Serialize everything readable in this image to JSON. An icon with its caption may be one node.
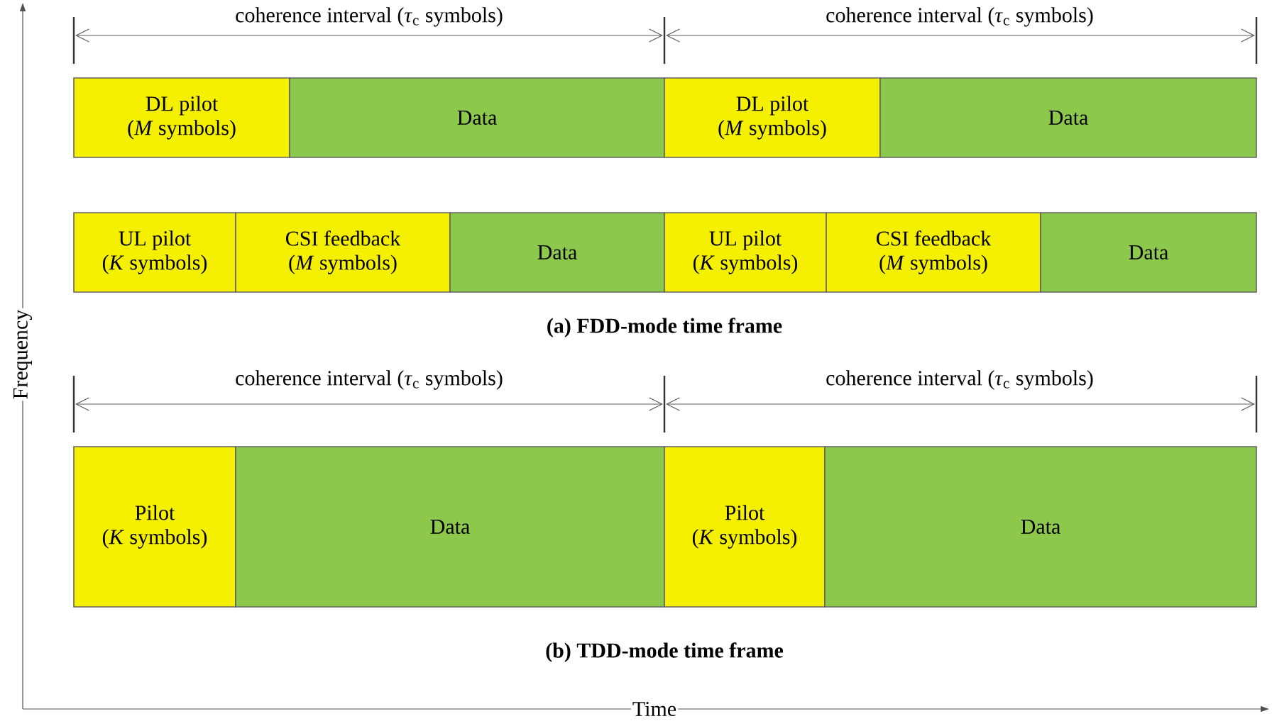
{
  "diagram": {
    "nodes": [
      {
        "text": [
          "DL pilot",
          "(*M* symbols)"
        ]
      },
      {
        "text": [
          "Data"
        ]
      },
      {
        "text": [
          "DL pilot",
          "(*M* symbols)"
        ]
      },
      {
        "text": [
          "Data"
        ]
      },
      {
        "text": [
          "UL pilot",
          "(*K* symbols)"
        ]
      },
      {
        "text": [
          "CSI feedback",
          "(*M* symbols)"
        ]
      },
      {
        "text": [
          "Data"
        ]
      },
      {
        "text": [
          "UL pilot",
          "(*K* symbols)"
        ]
      },
      {
        "text": [
          "CSI feedback",
          "(*M* symbols)"
        ]
      },
      {
        "text": [
          "Data"
        ]
      },
      {
        "text": [
          "Pilot",
          "(*K* symbols)"
        ]
      },
      {
        "text": [
          "Data"
        ]
      },
      {
        "text": [
          "Pilot",
          "(*K* symbols)"
        ]
      },
      {
        "text": [
          "Data"
        ]
      }
    ],
    "labels": [
      "coherence interval (*τ*$_{c}$ symbols)",
      "coherence interval (*τ*$_{c}$ symbols)",
      "(a) FDD-mode time frame",
      "coherence interval (*τ*$_{c}$ symbols)",
      "coherence interval (*τ*$_{c}$ symbols)",
      "(b) TDD-mode time frame",
      "Frequency",
      "Time"
    ]
  }
}
